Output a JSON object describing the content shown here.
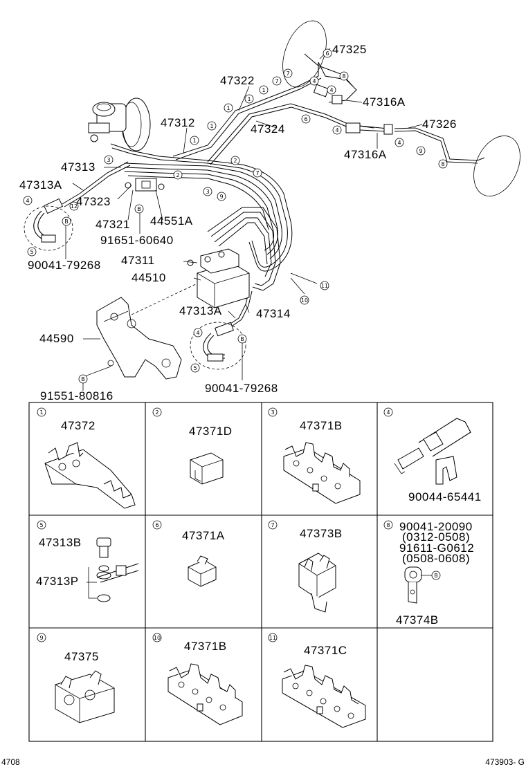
{
  "diagram": {
    "labels": {
      "p47325": "47325",
      "p47322": "47322",
      "p47316A_top": "47316A",
      "p47312": "47312",
      "p47324": "47324",
      "p47326": "47326",
      "p47316A_mid": "47316A",
      "p47313": "47313",
      "p47313A_top": "47313A",
      "p47323": "47323",
      "p47321": "47321",
      "p44551A": "44551A",
      "p91651": "91651-60640",
      "p90041_top": "90041-79268",
      "p47311": "47311",
      "p44510": "44510",
      "p47313A_mid": "47313A",
      "p47314": "47314",
      "p44590": "44590",
      "p90041_bot": "90041-79268",
      "p91551": "91551-80816"
    },
    "callouts": {
      "c1": "1",
      "c2": "2",
      "c3": "3",
      "c4": "4",
      "c5": "5",
      "c6": "6",
      "c7": "7",
      "c8": "8",
      "c9": "9",
      "c10": "10",
      "c11": "11",
      "c12": "12",
      "cB": "B"
    }
  },
  "table": {
    "cells": [
      {
        "num": "1",
        "parts": [
          "47372"
        ]
      },
      {
        "num": "2",
        "parts": [
          "47371D"
        ]
      },
      {
        "num": "3",
        "parts": [
          "47371B"
        ]
      },
      {
        "num": "4",
        "parts": [
          "90044-65441"
        ]
      },
      {
        "num": "5",
        "parts": [
          "47313B",
          "47313P"
        ]
      },
      {
        "num": "6",
        "parts": [
          "47371A"
        ]
      },
      {
        "num": "7",
        "parts": [
          "47373B"
        ]
      },
      {
        "num": "8",
        "parts": [
          "90041-20090",
          "(0312-0508)",
          "91611-G0612",
          "(0508-0608)",
          "47374B"
        ],
        "b": "B"
      },
      {
        "num": "9",
        "parts": [
          "47375"
        ]
      },
      {
        "num": "10",
        "parts": [
          "47371B"
        ]
      },
      {
        "num": "11",
        "parts": [
          "47371C"
        ]
      }
    ]
  },
  "footer": {
    "left": "4708",
    "right": "473903- G"
  }
}
